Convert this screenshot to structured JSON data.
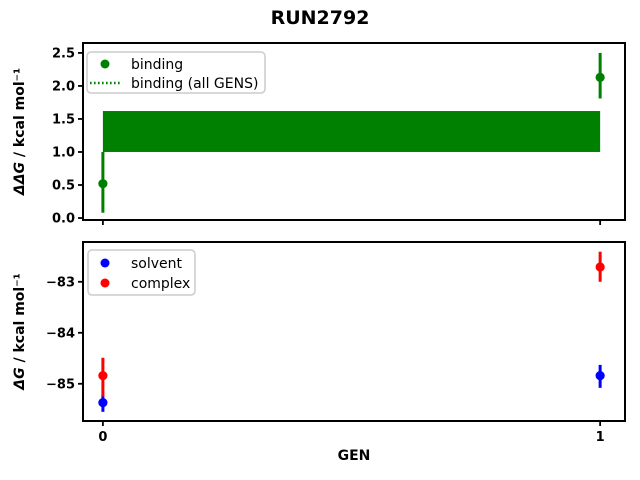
{
  "title": "RUN2792",
  "colors": {
    "binding": "#008000",
    "solvent": "#0000ff",
    "complex": "#ff0000",
    "axis": "#000000",
    "legend_border": "#cccccc",
    "background": "#ffffff"
  },
  "chart_data": [
    {
      "type": "scatter",
      "subplot": "top",
      "ylabel_parts": [
        {
          "t": "ΔΔ",
          "style": "italic"
        },
        {
          "t": "G",
          "style": "italic"
        },
        {
          "t": " / kcal mol⁻¹",
          "style": "normal"
        }
      ],
      "ylabel": "ΔΔG / kcal mol⁻¹",
      "xlabel": "",
      "xlim": [
        -0.04,
        1.05
      ],
      "ylim": [
        -0.03,
        2.65
      ],
      "grid": false,
      "yticks": [
        {
          "value": 0.0,
          "label": "0.0"
        },
        {
          "value": 0.5,
          "label": "0.5"
        },
        {
          "value": 1.0,
          "label": "1.0"
        },
        {
          "value": 1.5,
          "label": "1.5"
        },
        {
          "value": 2.0,
          "label": "2.0"
        },
        {
          "value": 2.5,
          "label": "2.5"
        }
      ],
      "xticks": [
        {
          "value": 0,
          "label": "0"
        },
        {
          "value": 1,
          "label": "1"
        }
      ],
      "show_xtick_labels": false,
      "band": {
        "name": "binding (all GENS)",
        "x_start": 0,
        "x_end": 1,
        "y_low": 1.0,
        "y_high": 1.62,
        "color": "#008000"
      },
      "series": [
        {
          "name": "binding",
          "color": "#008000",
          "marker": "circle",
          "x": [
            0,
            1
          ],
          "y": [
            0.52,
            2.13
          ],
          "err_low": [
            0.08,
            1.81
          ],
          "err_high": [
            1.0,
            2.5
          ]
        }
      ],
      "legend": {
        "position": "upper-left",
        "items": [
          {
            "label": "binding",
            "glyph": "dot",
            "color": "#008000"
          },
          {
            "label": "binding (all GENS)",
            "glyph": "dotted-line",
            "color": "#008000"
          }
        ]
      }
    },
    {
      "type": "scatter",
      "subplot": "bottom",
      "ylabel_parts": [
        {
          "t": "Δ",
          "style": "italic"
        },
        {
          "t": "G",
          "style": "italic"
        },
        {
          "t": " / kcal mol⁻¹",
          "style": "normal"
        }
      ],
      "ylabel": "ΔG / kcal mol⁻¹",
      "xlabel": "GEN",
      "xlim": [
        -0.04,
        1.05
      ],
      "ylim": [
        -85.73,
        -82.22
      ],
      "grid": false,
      "yticks": [
        {
          "value": -83,
          "label": "−83"
        },
        {
          "value": -84,
          "label": "−84"
        },
        {
          "value": -85,
          "label": "−85"
        }
      ],
      "xticks": [
        {
          "value": 0,
          "label": "0"
        },
        {
          "value": 1,
          "label": "1"
        }
      ],
      "show_xtick_labels": true,
      "band": null,
      "series": [
        {
          "name": "solvent",
          "color": "#0000ff",
          "marker": "circle",
          "x": [
            0,
            1
          ],
          "y": [
            -85.37,
            -84.84
          ],
          "err_low": [
            -85.55,
            -85.08
          ],
          "err_high": [
            -85.22,
            -84.63
          ]
        },
        {
          "name": "complex",
          "color": "#ff0000",
          "marker": "circle",
          "x": [
            0,
            1
          ],
          "y": [
            -84.84,
            -82.71
          ],
          "err_low": [
            -85.25,
            -83.0
          ],
          "err_high": [
            -84.49,
            -82.41
          ]
        }
      ],
      "legend": {
        "position": "upper-left",
        "items": [
          {
            "label": "solvent",
            "glyph": "dot",
            "color": "#0000ff"
          },
          {
            "label": "complex",
            "glyph": "dot",
            "color": "#ff0000"
          }
        ]
      }
    }
  ]
}
